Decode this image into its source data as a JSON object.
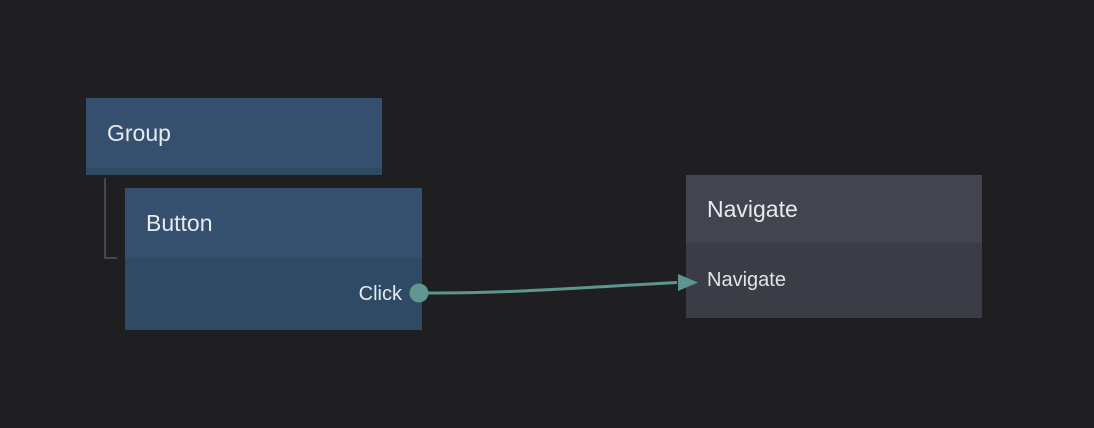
{
  "canvas": {
    "background": "#1f1f21"
  },
  "nodes": [
    {
      "id": "group",
      "title": "Group",
      "type": "group"
    },
    {
      "id": "button",
      "title": "Button",
      "type": "component",
      "ports": [
        {
          "name": "Click",
          "direction": "output"
        }
      ]
    },
    {
      "id": "navigate",
      "title": "Navigate",
      "type": "action",
      "rows": [
        {
          "label": "Navigate",
          "direction": "input"
        }
      ]
    }
  ],
  "connections": [
    {
      "from": "Button.Click",
      "to": "Navigate.Navigate"
    }
  ],
  "hierarchy": [
    {
      "parent": "Group",
      "child": "Button"
    }
  ],
  "colors": {
    "background": "#1f1f21",
    "blue_node_header": "#35506e",
    "blue_node_body": "#2f4a64",
    "gray_node_header": "#42444f",
    "gray_node_body": "#3a3c46",
    "connection_wire": "#5d968f",
    "port_dot": "#5f968f",
    "hierarchy_line": "#48484a",
    "text": "#e9eaec"
  }
}
